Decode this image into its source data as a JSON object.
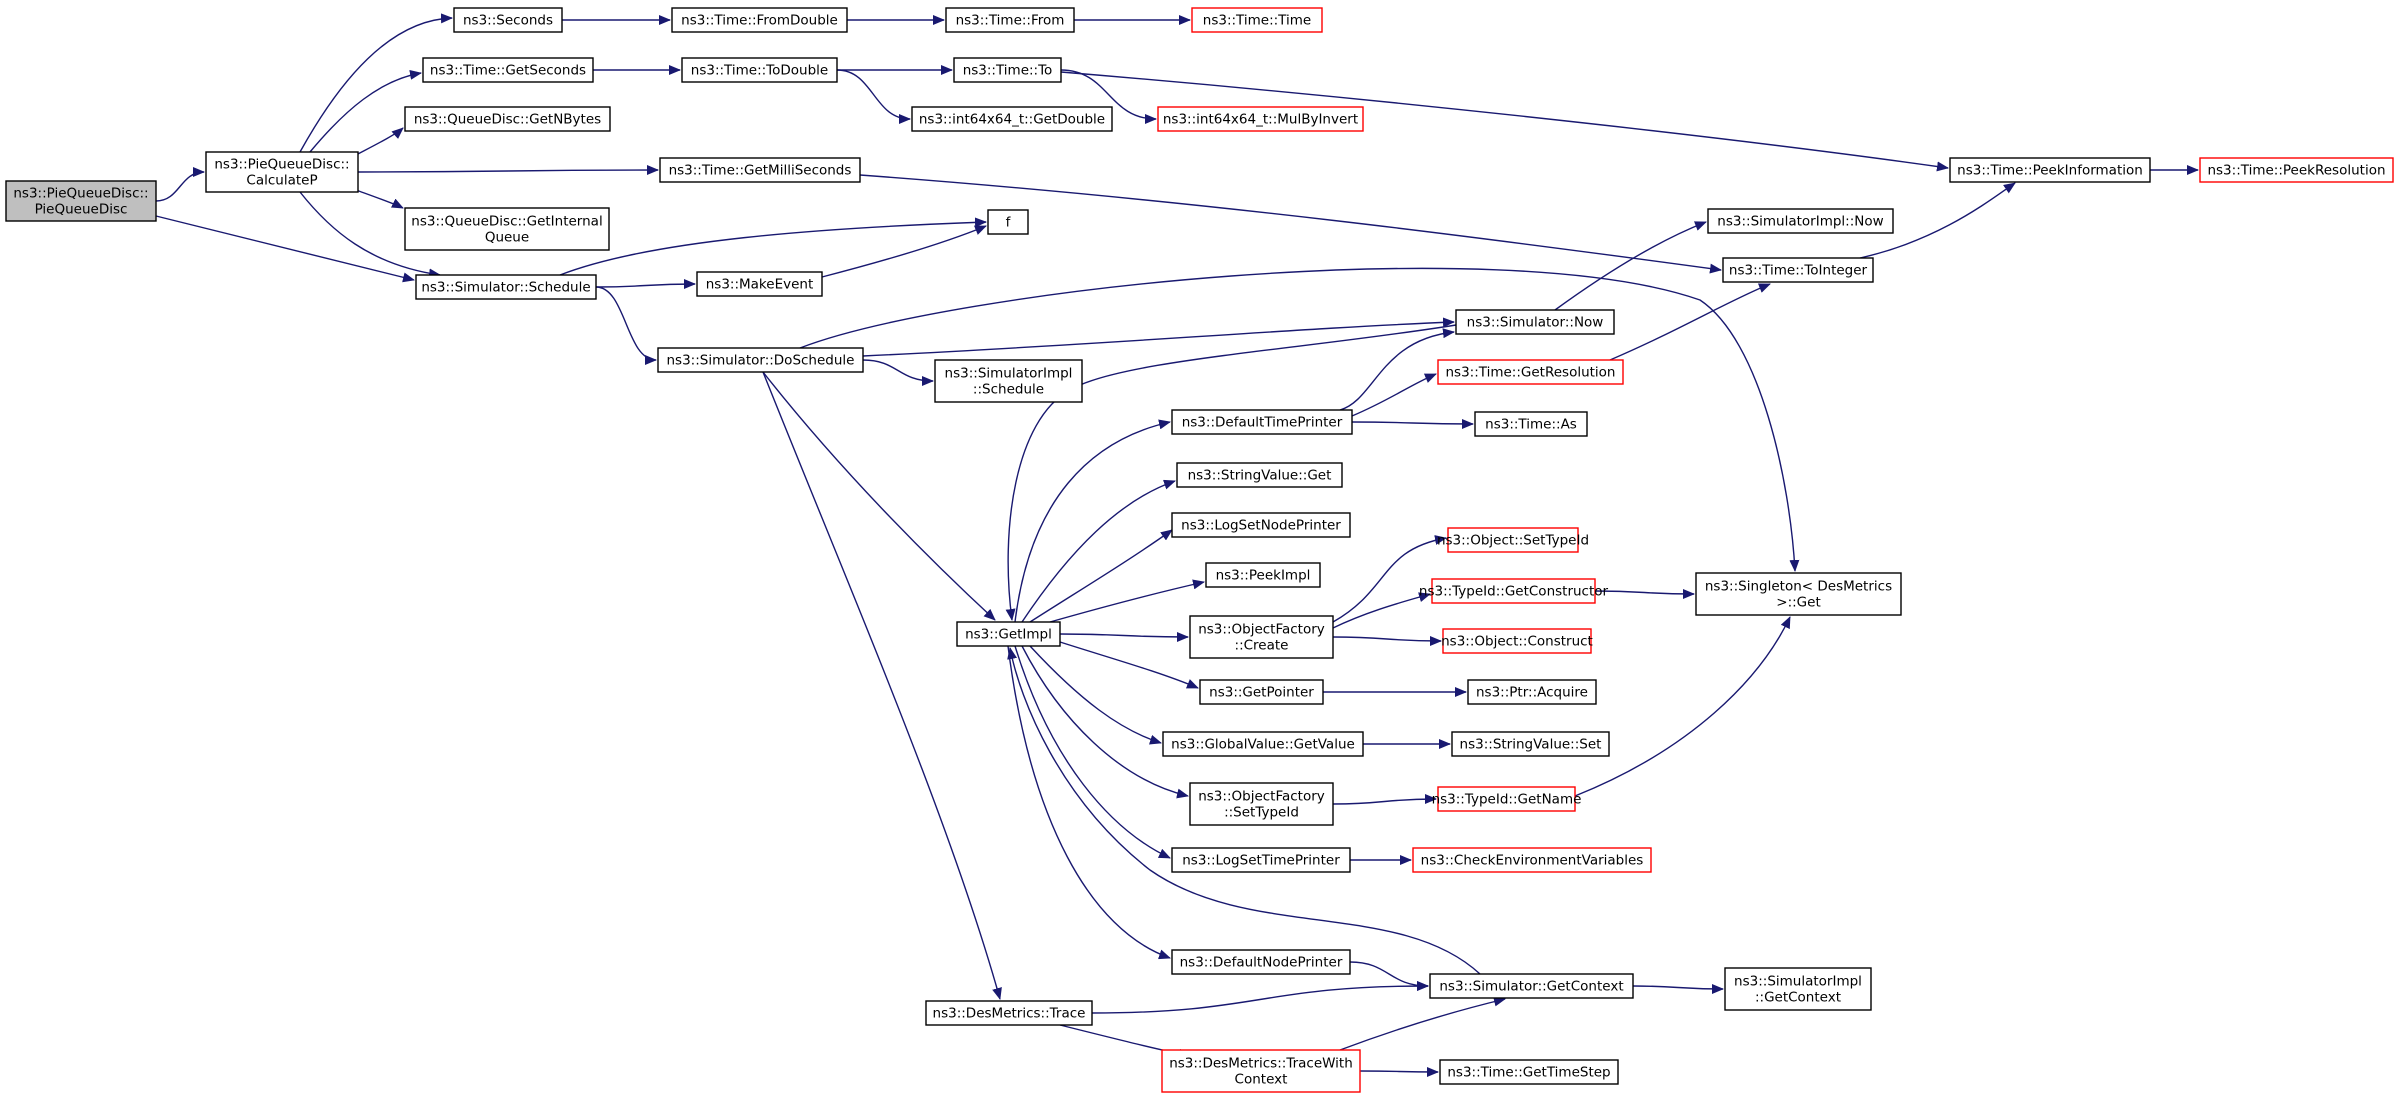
{
  "title": "",
  "nodes": [
    {
      "id": "pie_ctor",
      "lines": [
        "ns3::PieQueueDisc::",
        "PieQueueDisc"
      ],
      "style": "root"
    },
    {
      "id": "calculatep",
      "lines": [
        "ns3::PieQueueDisc::",
        "CalculateP"
      ],
      "style": "normal"
    },
    {
      "id": "seconds",
      "lines": [
        "ns3::Seconds"
      ],
      "style": "normal"
    },
    {
      "id": "getseconds",
      "lines": [
        "ns3::Time::GetSeconds"
      ],
      "style": "normal"
    },
    {
      "id": "getnbytes",
      "lines": [
        "ns3::QueueDisc::GetNBytes"
      ],
      "style": "normal"
    },
    {
      "id": "getinternalqueue",
      "lines": [
        "ns3::QueueDisc::GetInternal",
        "Queue"
      ],
      "style": "normal"
    },
    {
      "id": "schedule",
      "lines": [
        "ns3::Simulator::Schedule"
      ],
      "style": "normal"
    },
    {
      "id": "fromdouble",
      "lines": [
        "ns3::Time::FromDouble"
      ],
      "style": "normal"
    },
    {
      "id": "todouble",
      "lines": [
        "ns3::Time::ToDouble"
      ],
      "style": "normal"
    },
    {
      "id": "getmilliseconds",
      "lines": [
        "ns3::Time::GetMilliSeconds"
      ],
      "style": "normal"
    },
    {
      "id": "makeevent",
      "lines": [
        "ns3::MakeEvent"
      ],
      "style": "normal"
    },
    {
      "id": "doschedule",
      "lines": [
        "ns3::Simulator::DoSchedule"
      ],
      "style": "normal"
    },
    {
      "id": "time_from",
      "lines": [
        "ns3::Time::From"
      ],
      "style": "normal"
    },
    {
      "id": "time_to",
      "lines": [
        "ns3::Time::To"
      ],
      "style": "normal"
    },
    {
      "id": "getdouble",
      "lines": [
        "ns3::int64x64_t::GetDouble"
      ],
      "style": "normal"
    },
    {
      "id": "f",
      "lines": [
        "f"
      ],
      "style": "normal"
    },
    {
      "id": "simimpl_schedule",
      "lines": [
        "ns3::SimulatorImpl",
        "::Schedule"
      ],
      "style": "normal"
    },
    {
      "id": "time_time",
      "lines": [
        "ns3::Time::Time"
      ],
      "style": "red"
    },
    {
      "id": "mulbyinvert",
      "lines": [
        "ns3::int64x64_t::MulByInvert"
      ],
      "style": "red"
    },
    {
      "id": "peekinformation",
      "lines": [
        "ns3::Time::PeekInformation"
      ],
      "style": "normal"
    },
    {
      "id": "peekresolution",
      "lines": [
        "ns3::Time::PeekResolution"
      ],
      "style": "red"
    },
    {
      "id": "simimpl_now",
      "lines": [
        "ns3::SimulatorImpl::Now"
      ],
      "style": "normal"
    },
    {
      "id": "tointeger",
      "lines": [
        "ns3::Time::ToInteger"
      ],
      "style": "normal"
    },
    {
      "id": "sim_now",
      "lines": [
        "ns3::Simulator::Now"
      ],
      "style": "normal"
    },
    {
      "id": "getresolution",
      "lines": [
        "ns3::Time::GetResolution"
      ],
      "style": "red"
    },
    {
      "id": "defaulttimeprinter",
      "lines": [
        "ns3::DefaultTimePrinter"
      ],
      "style": "normal"
    },
    {
      "id": "time_as",
      "lines": [
        "ns3::Time::As"
      ],
      "style": "normal"
    },
    {
      "id": "stringvalue_get",
      "lines": [
        "ns3::StringValue::Get"
      ],
      "style": "normal"
    },
    {
      "id": "logsetnodeprinter",
      "lines": [
        "ns3::LogSetNodePrinter"
      ],
      "style": "normal"
    },
    {
      "id": "peekimpl",
      "lines": [
        "ns3::PeekImpl"
      ],
      "style": "normal"
    },
    {
      "id": "getimpl",
      "lines": [
        "ns3::GetImpl"
      ],
      "style": "normal"
    },
    {
      "id": "objectfactory_create",
      "lines": [
        "ns3::ObjectFactory",
        "::Create"
      ],
      "style": "normal"
    },
    {
      "id": "object_settypeid",
      "lines": [
        "ns3::Object::SetTypeId"
      ],
      "style": "red"
    },
    {
      "id": "typeid_getconstructor",
      "lines": [
        "ns3::TypeId::GetConstructor"
      ],
      "style": "red"
    },
    {
      "id": "object_construct",
      "lines": [
        "ns3::Object::Construct"
      ],
      "style": "red"
    },
    {
      "id": "singleton_get",
      "lines": [
        "ns3::Singleton< DesMetrics",
        " >::Get"
      ],
      "style": "normal"
    },
    {
      "id": "getpointer",
      "lines": [
        "ns3::GetPointer"
      ],
      "style": "normal"
    },
    {
      "id": "ptr_acquire",
      "lines": [
        "ns3::Ptr::Acquire"
      ],
      "style": "normal"
    },
    {
      "id": "globalvalue_getvalue",
      "lines": [
        "ns3::GlobalValue::GetValue"
      ],
      "style": "normal"
    },
    {
      "id": "stringvalue_set",
      "lines": [
        "ns3::StringValue::Set"
      ],
      "style": "normal"
    },
    {
      "id": "objectfactory_settypeid",
      "lines": [
        "ns3::ObjectFactory",
        "::SetTypeId"
      ],
      "style": "normal"
    },
    {
      "id": "typeid_getname",
      "lines": [
        "ns3::TypeId::GetName"
      ],
      "style": "red"
    },
    {
      "id": "logsettimeprinter",
      "lines": [
        "ns3::LogSetTimePrinter"
      ],
      "style": "normal"
    },
    {
      "id": "checkenv",
      "lines": [
        "ns3::CheckEnvironmentVariables"
      ],
      "style": "red"
    },
    {
      "id": "defaultnodeprinter",
      "lines": [
        "ns3::DefaultNodePrinter"
      ],
      "style": "normal"
    },
    {
      "id": "sim_getcontext",
      "lines": [
        "ns3::Simulator::GetContext"
      ],
      "style": "normal"
    },
    {
      "id": "simimpl_getcontext",
      "lines": [
        "ns3::SimulatorImpl",
        "::GetContext"
      ],
      "style": "normal"
    },
    {
      "id": "desmetrics_trace",
      "lines": [
        "ns3::DesMetrics::Trace"
      ],
      "style": "normal"
    },
    {
      "id": "desmetrics_tracewithcontext",
      "lines": [
        "ns3::DesMetrics::TraceWith",
        "Context"
      ],
      "style": "red"
    },
    {
      "id": "time_gettimestep",
      "lines": [
        "ns3::Time::GetTimeStep"
      ],
      "style": "normal"
    }
  ],
  "edges": [
    [
      "pie_ctor",
      "calculatep"
    ],
    [
      "pie_ctor",
      "schedule"
    ],
    [
      "calculatep",
      "seconds"
    ],
    [
      "calculatep",
      "getseconds"
    ],
    [
      "calculatep",
      "getnbytes"
    ],
    [
      "calculatep",
      "getinternalqueue"
    ],
    [
      "calculatep",
      "getmilliseconds"
    ],
    [
      "calculatep",
      "schedule"
    ],
    [
      "seconds",
      "fromdouble"
    ],
    [
      "fromdouble",
      "time_from"
    ],
    [
      "time_from",
      "time_time"
    ],
    [
      "getseconds",
      "todouble"
    ],
    [
      "todouble",
      "time_to"
    ],
    [
      "todouble",
      "getdouble"
    ],
    [
      "time_to",
      "mulbyinvert"
    ],
    [
      "time_to",
      "peekinformation"
    ],
    [
      "getmilliseconds",
      "tointeger"
    ],
    [
      "schedule",
      "f"
    ],
    [
      "schedule",
      "makeevent"
    ],
    [
      "schedule",
      "doschedule"
    ],
    [
      "makeevent",
      "f"
    ],
    [
      "doschedule",
      "singleton_get"
    ],
    [
      "doschedule",
      "sim_now"
    ],
    [
      "doschedule",
      "simimpl_schedule"
    ],
    [
      "doschedule",
      "getimpl"
    ],
    [
      "doschedule",
      "desmetrics_trace"
    ],
    [
      "peekinformation",
      "peekresolution"
    ],
    [
      "tointeger",
      "peekinformation"
    ],
    [
      "sim_now",
      "simimpl_now"
    ],
    [
      "sim_now",
      "getimpl"
    ],
    [
      "getresolution",
      "tointeger"
    ],
    [
      "defaulttimeprinter",
      "sim_now"
    ],
    [
      "defaulttimeprinter",
      "getresolution"
    ],
    [
      "defaulttimeprinter",
      "time_as"
    ],
    [
      "getimpl",
      "defaulttimeprinter"
    ],
    [
      "getimpl",
      "stringvalue_get"
    ],
    [
      "getimpl",
      "logsetnodeprinter"
    ],
    [
      "getimpl",
      "peekimpl"
    ],
    [
      "getimpl",
      "objectfactory_create"
    ],
    [
      "getimpl",
      "getpointer"
    ],
    [
      "getimpl",
      "globalvalue_getvalue"
    ],
    [
      "getimpl",
      "objectfactory_settypeid"
    ],
    [
      "getimpl",
      "logsettimeprinter"
    ],
    [
      "getimpl",
      "defaultnodeprinter"
    ],
    [
      "objectfactory_create",
      "object_settypeid"
    ],
    [
      "objectfactory_create",
      "typeid_getconstructor"
    ],
    [
      "objectfactory_create",
      "object_construct"
    ],
    [
      "typeid_getconstructor",
      "singleton_get"
    ],
    [
      "getpointer",
      "ptr_acquire"
    ],
    [
      "globalvalue_getvalue",
      "stringvalue_set"
    ],
    [
      "objectfactory_settypeid",
      "typeid_getname"
    ],
    [
      "typeid_getname",
      "singleton_get"
    ],
    [
      "logsettimeprinter",
      "checkenv"
    ],
    [
      "defaultnodeprinter",
      "sim_getcontext"
    ],
    [
      "sim_getcontext",
      "getimpl"
    ],
    [
      "sim_getcontext",
      "simimpl_getcontext"
    ],
    [
      "desmetrics_trace",
      "sim_getcontext"
    ],
    [
      "desmetrics_trace",
      "desmetrics_tracewithcontext"
    ],
    [
      "desmetrics_tracewithcontext",
      "sim_getcontext"
    ],
    [
      "desmetrics_tracewithcontext",
      "time_gettimestep"
    ]
  ],
  "colors": {
    "edge": "#191970",
    "root_fill": "#bfbfbf",
    "node_border": "#000000",
    "missing_border": "#ff0000"
  }
}
